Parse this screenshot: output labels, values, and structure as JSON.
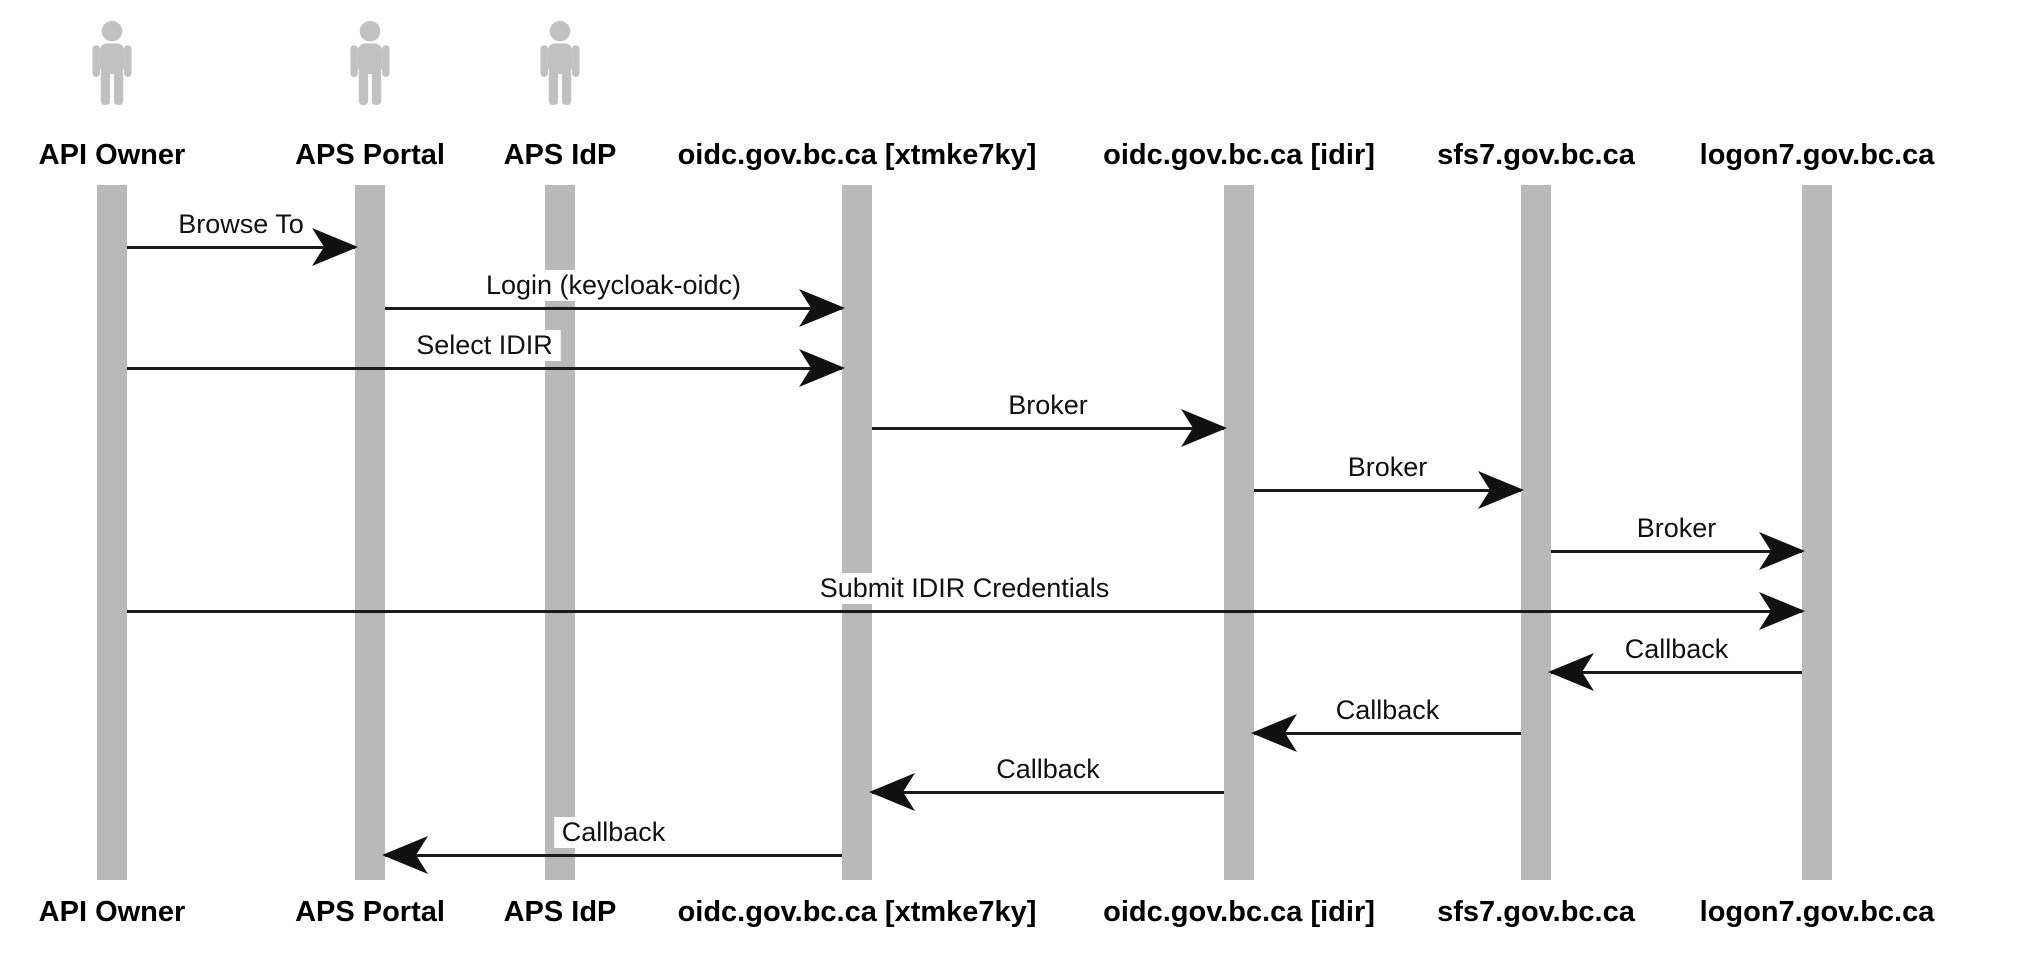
{
  "diagram": {
    "type": "sequence-diagram",
    "actors": [
      {
        "name": "API Owner",
        "icon": "person"
      },
      {
        "name": "APS Portal",
        "icon": "person"
      },
      {
        "name": "APS IdP",
        "icon": "person"
      },
      {
        "name": "oidc.gov.bc.ca [xtmke7ky]",
        "icon": "none"
      },
      {
        "name": "oidc.gov.bc.ca [idir]",
        "icon": "none"
      },
      {
        "name": "sfs7.gov.bc.ca",
        "icon": "none"
      },
      {
        "name": "logon7.gov.bc.ca",
        "icon": "none"
      }
    ],
    "messages": [
      {
        "label": "Browse To",
        "from": "API Owner",
        "to": "APS Portal"
      },
      {
        "label": "Login (keycloak-oidc)",
        "from": "APS Portal",
        "to": "oidc.gov.bc.ca [xtmke7ky]"
      },
      {
        "label": "Select IDIR",
        "from": "API Owner",
        "to": "oidc.gov.bc.ca [xtmke7ky]"
      },
      {
        "label": "Broker",
        "from": "oidc.gov.bc.ca [xtmke7ky]",
        "to": "oidc.gov.bc.ca [idir]"
      },
      {
        "label": "Broker",
        "from": "oidc.gov.bc.ca [idir]",
        "to": "sfs7.gov.bc.ca"
      },
      {
        "label": "Broker",
        "from": "sfs7.gov.bc.ca",
        "to": "logon7.gov.bc.ca"
      },
      {
        "label": "Submit IDIR Credentials",
        "from": "API Owner",
        "to": "logon7.gov.bc.ca"
      },
      {
        "label": "Callback",
        "from": "logon7.gov.bc.ca",
        "to": "sfs7.gov.bc.ca"
      },
      {
        "label": "Callback",
        "from": "sfs7.gov.bc.ca",
        "to": "oidc.gov.bc.ca [idir]"
      },
      {
        "label": "Callback",
        "from": "oidc.gov.bc.ca [idir]",
        "to": "oidc.gov.bc.ca [xtmke7ky]"
      },
      {
        "label": "Callback",
        "from": "oidc.gov.bc.ca [xtmke7ky]",
        "to": "APS Portal"
      }
    ],
    "colors": {
      "background": "#ffffff",
      "lifeline": "#b9b9b9",
      "person_icon": "#c1c1c1",
      "message_line": "#1a1a1a",
      "text": "#000000"
    }
  }
}
